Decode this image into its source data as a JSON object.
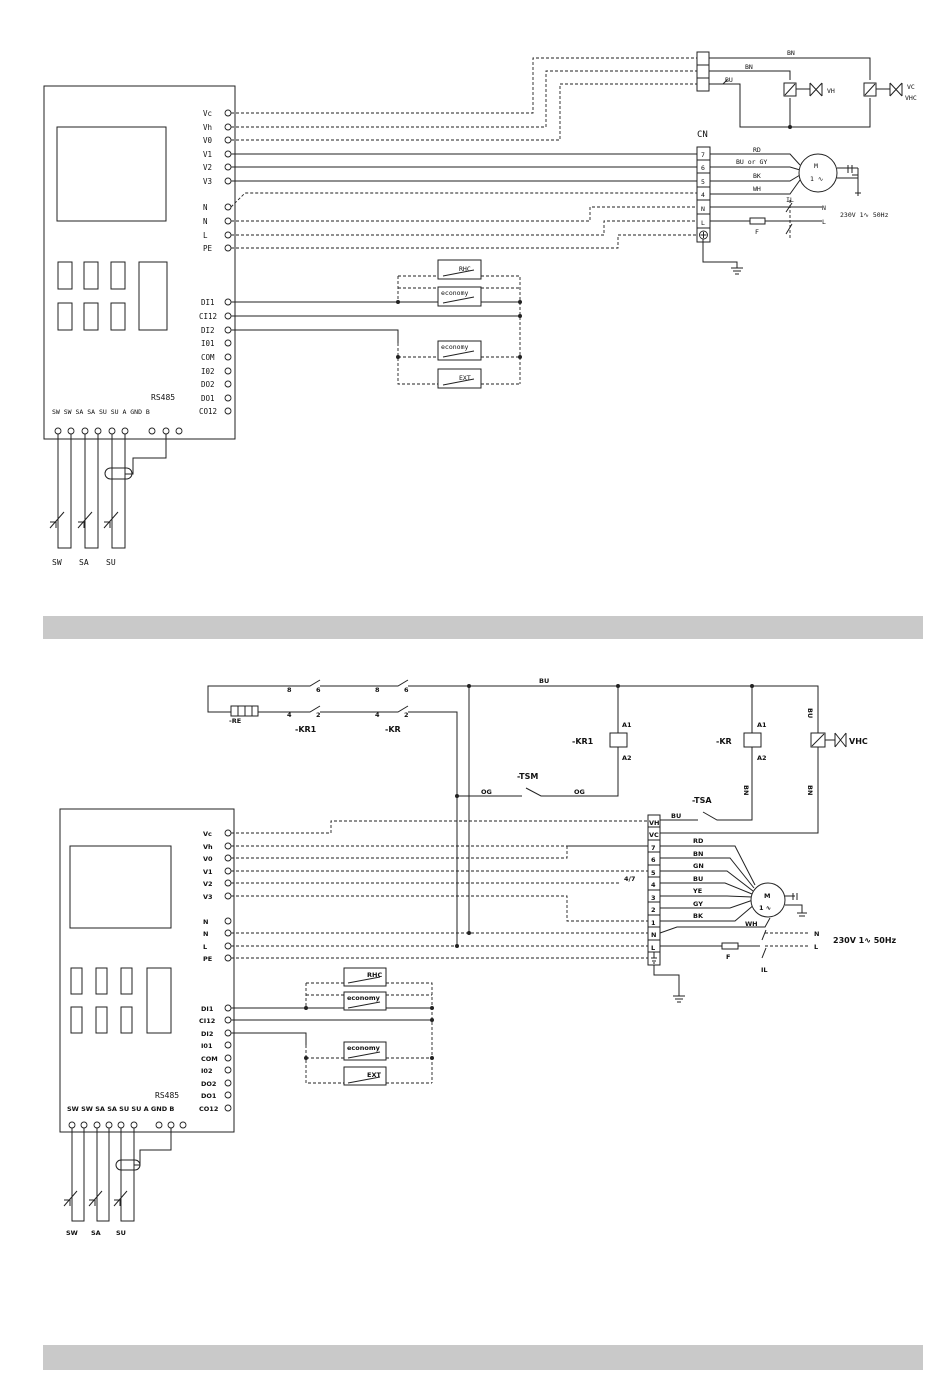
{
  "diagram1": {
    "controller": {
      "terminals": [
        "Vc",
        "Vh",
        "V0",
        "V1",
        "V2",
        "V3",
        "N",
        "N",
        "L",
        "PE",
        "DI1",
        "CI12",
        "DI2",
        "I01",
        "COM",
        "I02",
        "DO2",
        "DO1",
        "CO12"
      ],
      "rs485": "RS485",
      "bottom_labels": "SW SW SA SA SU SU  A GND B",
      "sensors": [
        "SW",
        "SA",
        "SU"
      ]
    },
    "wires_top": [
      "BN",
      "BN",
      "BU"
    ],
    "valves": {
      "vh": "VH",
      "vc": "VC",
      "vhc": "VHC"
    },
    "cn": {
      "label": "CN",
      "pins": [
        "7",
        "6",
        "5",
        "4",
        "N",
        "L"
      ],
      "wire_colors": [
        "RD",
        "BU or GY",
        "BK",
        "WH"
      ]
    },
    "motor": {
      "m": "M",
      "phase": "1 ∿"
    },
    "supply": {
      "n": "N",
      "l": "L",
      "voltage": "230V  1∿  50Hz",
      "il": "IL",
      "fuse": "F"
    },
    "switches": [
      "RHC",
      "economy",
      "economy",
      "EXT"
    ]
  },
  "diagram2": {
    "controller": {
      "terminals": [
        "Vc",
        "Vh",
        "V0",
        "V1",
        "V2",
        "V3",
        "N",
        "N",
        "L",
        "PE",
        "DI1",
        "CI12",
        "DI2",
        "I01",
        "COM",
        "I02",
        "DO2",
        "DO1",
        "CO12"
      ],
      "rs485": "RS485",
      "bottom_labels": "SW SW SA SA SU SU  A GND B",
      "sensors": [
        "SW",
        "SA",
        "SU"
      ]
    },
    "relays": {
      "re": "-RE",
      "kr1": "-KR1",
      "kr": "-KR",
      "contact_8": "8",
      "contact_6": "6",
      "contact_4": "4",
      "contact_2": "2",
      "a1": "A1",
      "a2": "A2"
    },
    "bu": "BU",
    "bn": "BN",
    "og": "OG",
    "tsm": "-TSM",
    "tsa": "-TSA",
    "vhc": "VHC",
    "terminal_block": {
      "pins": [
        "VH",
        "VC",
        "7",
        "6",
        "5",
        "4",
        "3",
        "2",
        "1",
        "N",
        "L"
      ],
      "wire_colors": [
        "RD",
        "BN",
        "GN",
        "BU",
        "YE",
        "GY",
        "BK"
      ],
      "note": "4/7",
      "wh": "WH"
    },
    "motor": {
      "m": "M",
      "phase": "1 ∿"
    },
    "supply": {
      "n": "N",
      "l": "L",
      "voltage": "230V 1∿ 50Hz",
      "il": "IL",
      "fuse": "F"
    },
    "switches": [
      "RHC",
      "economy",
      "economy",
      "EXT"
    ]
  }
}
